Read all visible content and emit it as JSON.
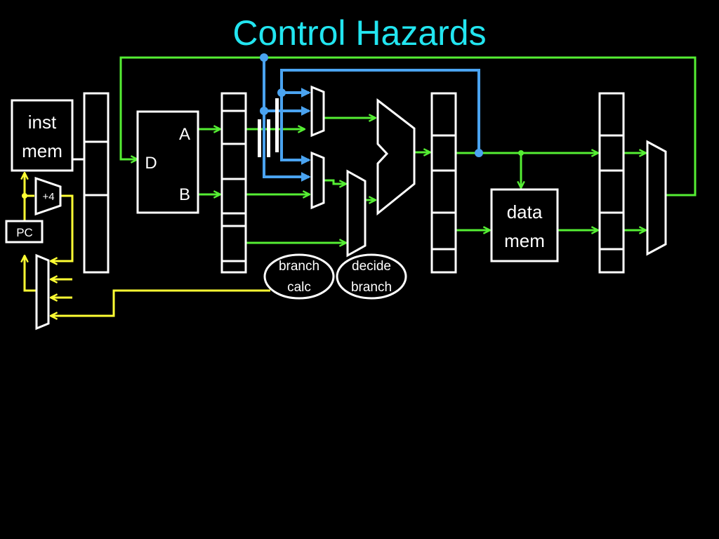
{
  "slide": {
    "title": "Control Hazards"
  },
  "labels": {
    "inst_mem_line1": "inst",
    "inst_mem_line2": "mem",
    "plus_four": "+4",
    "pc": "PC",
    "regfile_d": "D",
    "regfile_a": "A",
    "regfile_b": "B",
    "data_mem_line1": "data",
    "data_mem_line2": "mem",
    "branch_calc_line1": "branch",
    "branch_calc_line2": "calc",
    "decide_branch_line1": "decide",
    "decide_branch_line2": "branch"
  },
  "colors": {
    "background": "#000000",
    "title": "#22e5f0",
    "component": "#ffffff",
    "datapath": "#55ee33",
    "forwarding": "#4aa3f0",
    "pc_path": "#ffff33"
  }
}
